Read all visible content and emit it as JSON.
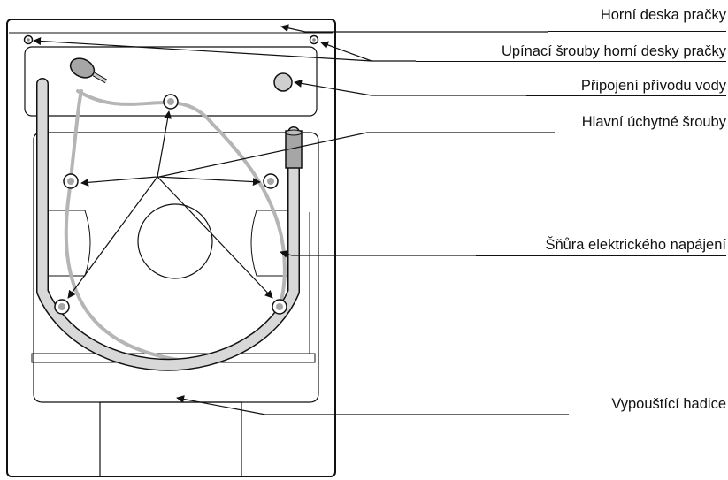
{
  "labels": {
    "top_panel": "Horní deska pračky",
    "top_screws": "Upínací šrouby horní desky pračky",
    "water_inlet": "Připojení přívodu vody",
    "main_bolts": "Hlavní úchytné šrouby",
    "power_cord": "Šňůra elektrického napájení",
    "drain_hose": "Vypouštící hadice"
  },
  "colors": {
    "line": "#111111",
    "cord": "#b5b5b5",
    "hose_fill": "#d8d8d8",
    "fitting": "#a6a6a6"
  }
}
